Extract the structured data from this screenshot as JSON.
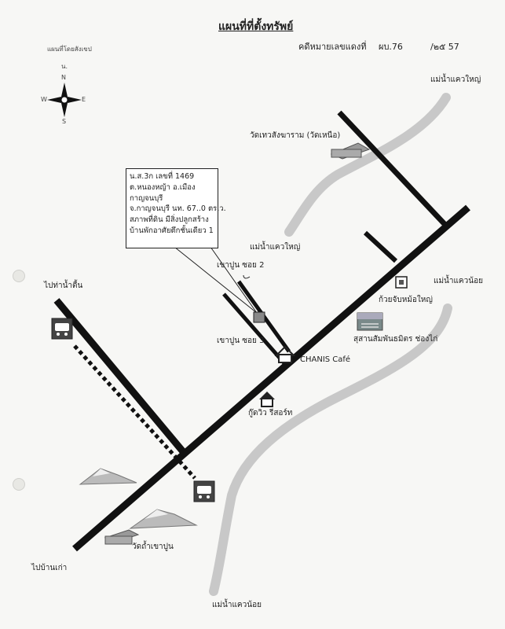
{
  "header": {
    "title": "แผนที่ที่ตั้งทรัพย์",
    "subtitle_left": "แผนที่โดยสังเขป",
    "case_label": "คดีหมายเลขแดงที่",
    "case_prefix": "ผบ.76",
    "case_year": "/๒๕ 57"
  },
  "compass": {
    "north_top": "น.",
    "n": "N",
    "s": "S",
    "e": "E",
    "w": "W"
  },
  "callout": {
    "line1": "น.ส.3ก เลขที่ 1469",
    "line2": "ต.หนองหญ้า อ.เมือง",
    "line3": "กาญจนบุรี",
    "line4": "จ.กาญจนบุรี นท. 67..0 ตร.ว.",
    "line5": "สภาพที่ดิน มีสิ่งปลูกสร้าง",
    "line6": "บ้านพักอาศัยตึกชั้นเดียว 1"
  },
  "labels": {
    "river_big_top": "แม่น้ำแควใหญ่",
    "river_big_mid": "แม่น้ำแควใหญ่",
    "river_small_top": "แม่น้ำแควน้อย",
    "river_small_bottom": "แม่น้ำแควน้อย",
    "temple_north": "วัดเทวสังฆาราม (วัดเหนือ)",
    "soi2": "เขาปูน ซอย 2",
    "soi3": "เขาปูน ซอย 3",
    "to_nam_tok": "ไปท่าน้ำตื้น",
    "to_ban_kao": "ไปบ้านเก่า",
    "huay_chap": "ก้วยจับหม้อใหญ่",
    "cemetery": "สุสานสัมพันธมิตร ช่องไก่",
    "chanis": "CHANIS Café",
    "resort": "กู๊ดวิว รีสอร์ท",
    "cave_temple": "วัดถ้ำเขาปูน"
  }
}
